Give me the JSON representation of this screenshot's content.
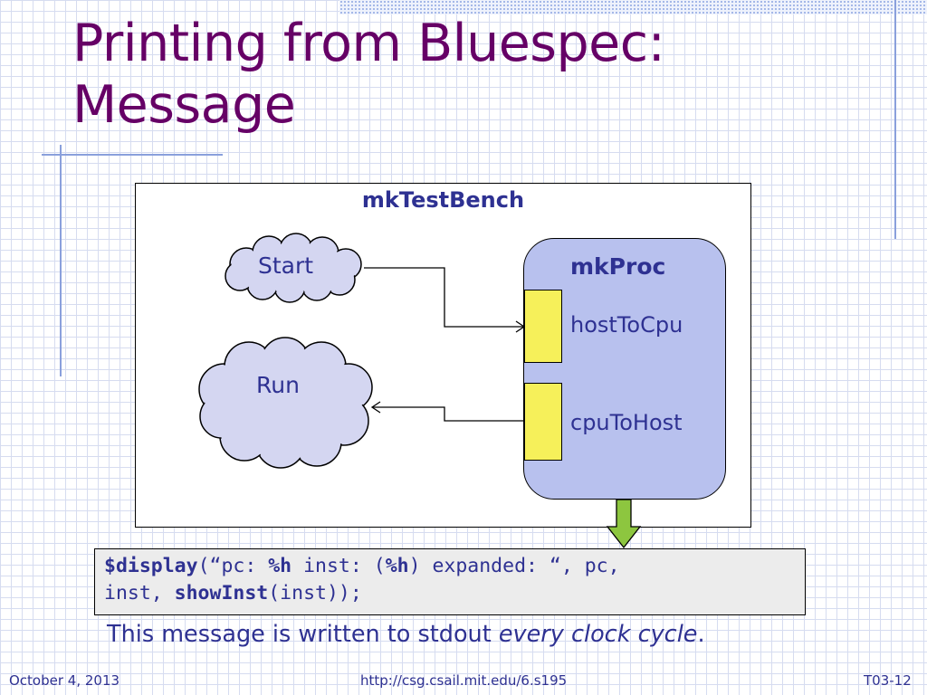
{
  "slide": {
    "title_line1": "Printing from Bluespec:",
    "title_line2": "Message"
  },
  "diagram": {
    "testbench_label": "mkTestBench",
    "start_label": "Start",
    "run_label": "Run",
    "proc_label": "mkProc",
    "host_to_cpu_label": "hostToCpu",
    "cpu_to_host_label": "cpuToHost"
  },
  "code": {
    "t1": "$display",
    "t2": "(“pc: ",
    "t3": "%h",
    "t4": " inst: (",
    "t5": "%h",
    "t6": ") expanded: “, pc,",
    "t7": "inst, ",
    "t8": "showInst",
    "t9": "(inst));"
  },
  "caption": {
    "text": "This message is written to stdout ",
    "emphasis": "every clock cycle",
    "end": "."
  },
  "footer": {
    "date": "October 4, 2013",
    "url": "http://csg.csail.mit.edu/6.s195",
    "slide_number": "T03-12"
  },
  "colors": {
    "title": "#660066",
    "text": "#2e3192",
    "proc_fill": "#b8c1ee",
    "cloud_fill": "#d4d6f1",
    "port_fill": "#f6f05a",
    "arrow_fill": "#8dc63f"
  }
}
